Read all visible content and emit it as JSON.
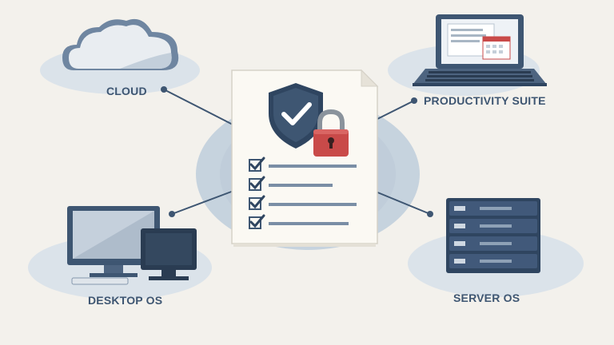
{
  "nodes": {
    "cloud": {
      "label": "CLOUD"
    },
    "productivity": {
      "label": "PRODUCTIVITY SUITE"
    },
    "desktop": {
      "label": "DESKTOP OS"
    },
    "server": {
      "label": "SERVER OS"
    }
  },
  "center": {
    "icons": [
      "shield-check-icon",
      "padlock-icon",
      "checklist-icon"
    ],
    "checklist_items": 4
  },
  "colors": {
    "background": "#f3f1ec",
    "accent_blue": "#3e5672",
    "lock_red": "#c94a49",
    "paper": "#fbf9f3",
    "halo": "#d9e1e8"
  }
}
